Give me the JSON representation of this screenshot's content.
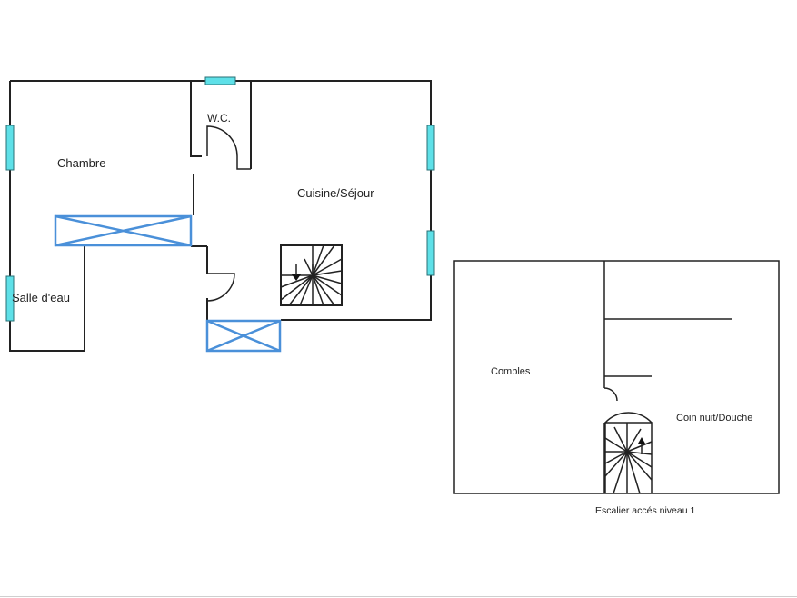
{
  "floor_ground": {
    "rooms": {
      "chambre": "Chambre",
      "wc": "W.C.",
      "cuisine_sejour": "Cuisine/Séjour",
      "salle_eau": "Salle d'eau"
    }
  },
  "floor_upper": {
    "rooms": {
      "combles": "Combles",
      "coin_nuit": "Coin nuit/Douche"
    },
    "caption": "Escalier accés niveau 1"
  },
  "colors": {
    "walls": "#222222",
    "windows": "#5ee0e8",
    "voids": "#4a90d9"
  }
}
